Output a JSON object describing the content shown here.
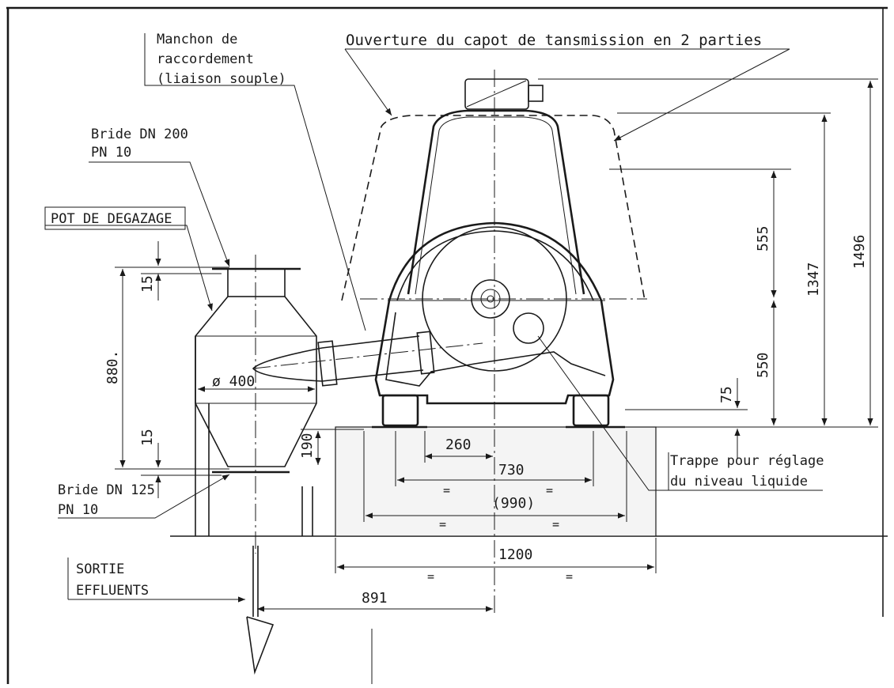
{
  "labels": {
    "manchon_line1": "Manchon de",
    "manchon_line2": "raccordement",
    "manchon_line3": "(liaison souple)",
    "ouverture": "Ouverture du capot de tansmission en 2 parties",
    "bride200_line1": "Bride DN 200",
    "bride200_line2": "PN 10",
    "pot_degazage": "POT DE DEGAZAGE",
    "bride125_line1": "Bride DN 125",
    "bride125_line2": "PN 10",
    "sortie_line1": "SORTIE",
    "sortie_line2": "EFFLUENTS",
    "trappe_line1": "Trappe pour réglage",
    "trappe_line2": "du niveau liquide",
    "diameter": "ø 400"
  },
  "dimensions": {
    "d15_top": "15",
    "d880": "880.",
    "d15_bottom": "15",
    "d190": "190",
    "d260": "260",
    "d730": "730",
    "d990": "(990)",
    "d1200": "1200",
    "d891": "891",
    "d555": "555",
    "d550": "550",
    "d75": "75",
    "d1347": "1347",
    "d1496": "1496"
  },
  "symbols": {
    "equal": "="
  }
}
